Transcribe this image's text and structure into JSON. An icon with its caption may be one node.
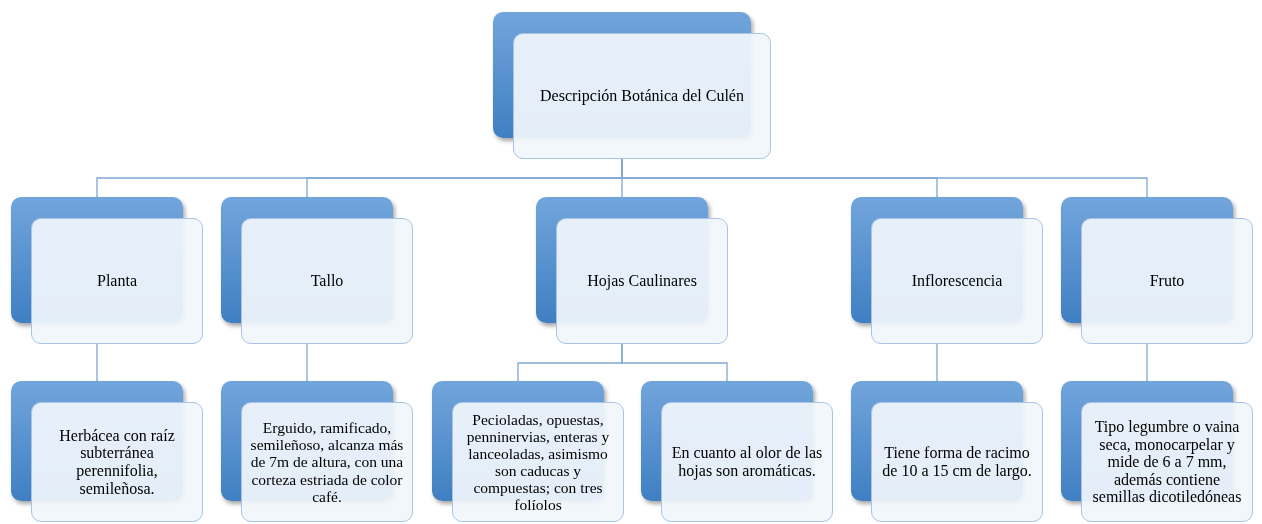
{
  "diagram": {
    "nodes": [
      {
        "text": [
          "Descripción Botánica del Culén"
        ]
      },
      {
        "text": [
          "Planta"
        ]
      },
      {
        "text": [
          "Tallo"
        ]
      },
      {
        "text": [
          "Hojas Caulinares"
        ]
      },
      {
        "text": [
          "Inflorescencia"
        ]
      },
      {
        "text": [
          "Fruto"
        ]
      },
      {
        "text": [
          "Herbácea con raíz subterránea perennifolia, semileñosa."
        ]
      },
      {
        "text": [
          "Erguido, ramificado, semileñoso, alcanza más de 7m de altura, con una corteza estriada de color café."
        ]
      },
      {
        "text": [
          "Pecioladas, opuestas, penninervias, enteras y lanceoladas, asimismo son caducas y compuestas; con tres folíolos"
        ]
      },
      {
        "text": [
          "En cuanto al olor de las hojas son aromáticas."
        ]
      },
      {
        "text": [
          "Tiene forma de racimo de 10 a 15 cm de largo."
        ]
      },
      {
        "text": [
          "Tipo legumbre o vaina seca, monocarpelar y mide de 6 a 7 mm, además contiene semillas dicotiledóneas"
        ]
      }
    ],
    "edges": [
      {
        "from": 0,
        "to": 1,
        "arrow": "none"
      },
      {
        "from": 0,
        "to": 2,
        "arrow": "none"
      },
      {
        "from": 0,
        "to": 3,
        "arrow": "none"
      },
      {
        "from": 0,
        "to": 4,
        "arrow": "none"
      },
      {
        "from": 0,
        "to": 5,
        "arrow": "none"
      },
      {
        "from": 1,
        "to": 6,
        "arrow": "none"
      },
      {
        "from": 2,
        "to": 7,
        "arrow": "none"
      },
      {
        "from": 3,
        "to": 8,
        "arrow": "none"
      },
      {
        "from": 3,
        "to": 9,
        "arrow": "none"
      },
      {
        "from": 4,
        "to": 10,
        "arrow": "none"
      },
      {
        "from": 5,
        "to": 11,
        "arrow": "none"
      }
    ]
  }
}
